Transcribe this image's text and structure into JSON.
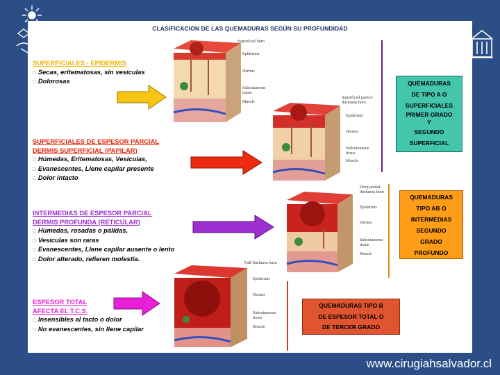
{
  "title": "CLASIFICACION DE LAS QUEMADURAS SEGÚN SU PROFUNDIDAD",
  "footer": "www.cirugiahsalvador.cl",
  "colors": {
    "background": "#2b4e86",
    "sec1": "#f0b400",
    "sec2": "#e8260c",
    "sec3": "#9d2fd1",
    "sec4": "#e81fd8",
    "box1": "#43c6ac",
    "box2": "#ff9c18",
    "box3": "#e05530"
  },
  "sections": [
    {
      "heads": [
        "SUPERFICIALES - EPIDERMIS"
      ],
      "items": [
        "Secas, eritematosas, sin vesículas",
        "Dolorosas"
      ],
      "diagram_labels": [
        "Superficial burn",
        "Epidermis",
        "Dermis",
        "Subcutaneous",
        "tissue",
        "Muscle"
      ]
    },
    {
      "heads": [
        "SUPERFICIALES DE ESPESOR PARCIAL",
        "DERMIS SUPERFICIAL (PAPILAR)"
      ],
      "items": [
        "Húmedas, Eritematosas, Vesículas,",
        "Evanescentes, Llene capilar presente",
        "Dolor intacto"
      ],
      "diagram_labels": [
        "Superficial partial-",
        "thickness burn",
        "Epidermis",
        "Dermis",
        "Subcutaneous",
        "tissue",
        "Muscle"
      ]
    },
    {
      "heads": [
        "INTERMEDIAS  DE ESPESOR PARCIAL",
        "DERMIS PROFUNDA (RETICULAR)"
      ],
      "items": [
        "Húmedas, rosadas o pálidas,",
        "Vesículas son raras",
        "Evanescentes, Llene capilar ausente o lento",
        "Dolor alterado, refieren molestia."
      ],
      "diagram_labels": [
        "Deep partial-",
        "thickness burn",
        "Epidermis",
        "Dermis",
        "Subcutaneous",
        "tissue",
        "Muscle"
      ]
    },
    {
      "heads": [
        "ESPESOR TOTAL",
        "AFECTA EL T.C.S."
      ],
      "items": [
        "Insensibles al tacto o dolor",
        "No evanescentes, sin llene capilar"
      ],
      "diagram_labels": [
        "Full-thickness burn",
        "Epidermis",
        "Dermis",
        "Subcutaneous",
        "tissue",
        "Muscle"
      ]
    }
  ],
  "boxes": [
    {
      "lines": [
        "QUEMADURAS",
        "DE TIPO A  O",
        "SUPERFICIALES",
        "PRIMER GRADO",
        "Y",
        "SEGUNDO",
        "SUPERFICIAL"
      ]
    },
    {
      "lines": [
        "QUEMADURAS",
        "TIPO AB O",
        "INTERMEDIAS",
        "SEGUNDO",
        "GRADO",
        "PROFUNDO"
      ]
    },
    {
      "lines": [
        "QUEMADURAS TIPO B",
        "DE ESPESOR TOTAL O",
        "DE TERCER GRADO"
      ]
    }
  ]
}
